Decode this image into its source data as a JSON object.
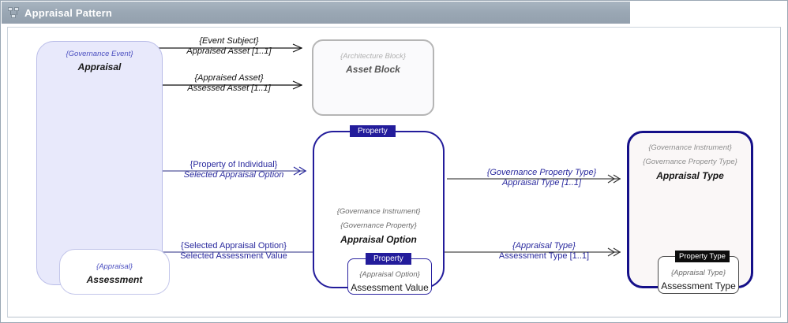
{
  "window": {
    "title": "Appraisal Pattern",
    "icon": "nodes-pattern-icon"
  },
  "colors": {
    "titlebar": "#9aa7b4",
    "navy": "#231c9b",
    "lavender_fill": "#e8e9fb",
    "lavender_border": "#b9bce8",
    "grey_disabled": "#b5b5b5",
    "label_navy": "#2a2a9e"
  },
  "nodes": [
    {
      "id": "appraisal",
      "stereotype": "{Governance Event}",
      "name": "Appraisal",
      "tag": null
    },
    {
      "id": "assessment",
      "stereotype": "{Appraisal}",
      "name": "Assessment",
      "tag": null
    },
    {
      "id": "asset_block",
      "stereotype": "{Architecture Block}",
      "name": "Asset Block",
      "tag": null
    },
    {
      "id": "appraisal_option",
      "stereotype_1": "{Governance Instrument}",
      "stereotype_2": "{Governance Property}",
      "name": "Appraisal Option",
      "tag": "Property"
    },
    {
      "id": "assessment_value",
      "stereotype": "{Appraisal Option}",
      "name": "Assessment Value",
      "tag": "Property"
    },
    {
      "id": "appraisal_type",
      "stereotype_1": "{Governance Instrument}",
      "stereotype_2": "{Governance Property Type}",
      "name": "Appraisal Type",
      "tag": null
    },
    {
      "id": "assessment_type",
      "stereotype": "{Appraisal Type}",
      "name": "Assessment Type",
      "tag": "Property Type"
    }
  ],
  "edges": [
    {
      "id": "event_subject",
      "stereotype": "{Event Subject}",
      "label": "Appraised Asset [1..1]",
      "from": "appraisal",
      "to": "asset_block",
      "style": "black"
    },
    {
      "id": "appraised_asset",
      "stereotype": "{Appraised Asset}",
      "label": "Assessed Asset [1..1]",
      "from": "assessment",
      "to": "asset_block",
      "style": "black"
    },
    {
      "id": "property_of_individual",
      "stereotype": "{Property of Individual}",
      "label": "Selected Appraisal Option",
      "from": "appraisal",
      "to": "appraisal_option",
      "style": "navy"
    },
    {
      "id": "selected_appraisal_option",
      "stereotype": "{Selected Appraisal Option}",
      "label": "Selected Assessment Value",
      "from": "assessment",
      "to": "assessment_value",
      "style": "navy-upright"
    },
    {
      "id": "governance_property_type",
      "stereotype": "{Governance Property Type}",
      "label": "Appraisal Type [1..1]",
      "from": "appraisal_option",
      "to": "appraisal_type",
      "style": "navy"
    },
    {
      "id": "appraisal_type_edge",
      "stereotype": "{Appraisal Type}",
      "label": "Assessment Type [1..1]",
      "from": "assessment_value",
      "to": "assessment_type",
      "style": "navy-mixed"
    }
  ]
}
